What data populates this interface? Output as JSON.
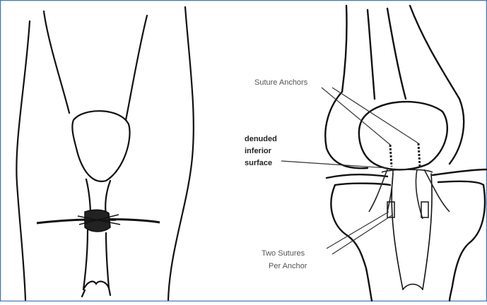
{
  "frame": {
    "border_color": "#4a78b8"
  },
  "left_panel": {
    "title": ""
  },
  "right_panel": {
    "labels": {
      "suture_anchors": "Suture Anchors",
      "denuded_line1": "denuded",
      "denuded_line2": "inferior",
      "denuded_line3": "surface",
      "two_sutures_line1": "Two Sutures",
      "two_sutures_line2": "Per Anchor"
    }
  },
  "colors": {
    "ink": "#111111",
    "label": "#555555",
    "background": "#ffffff"
  }
}
